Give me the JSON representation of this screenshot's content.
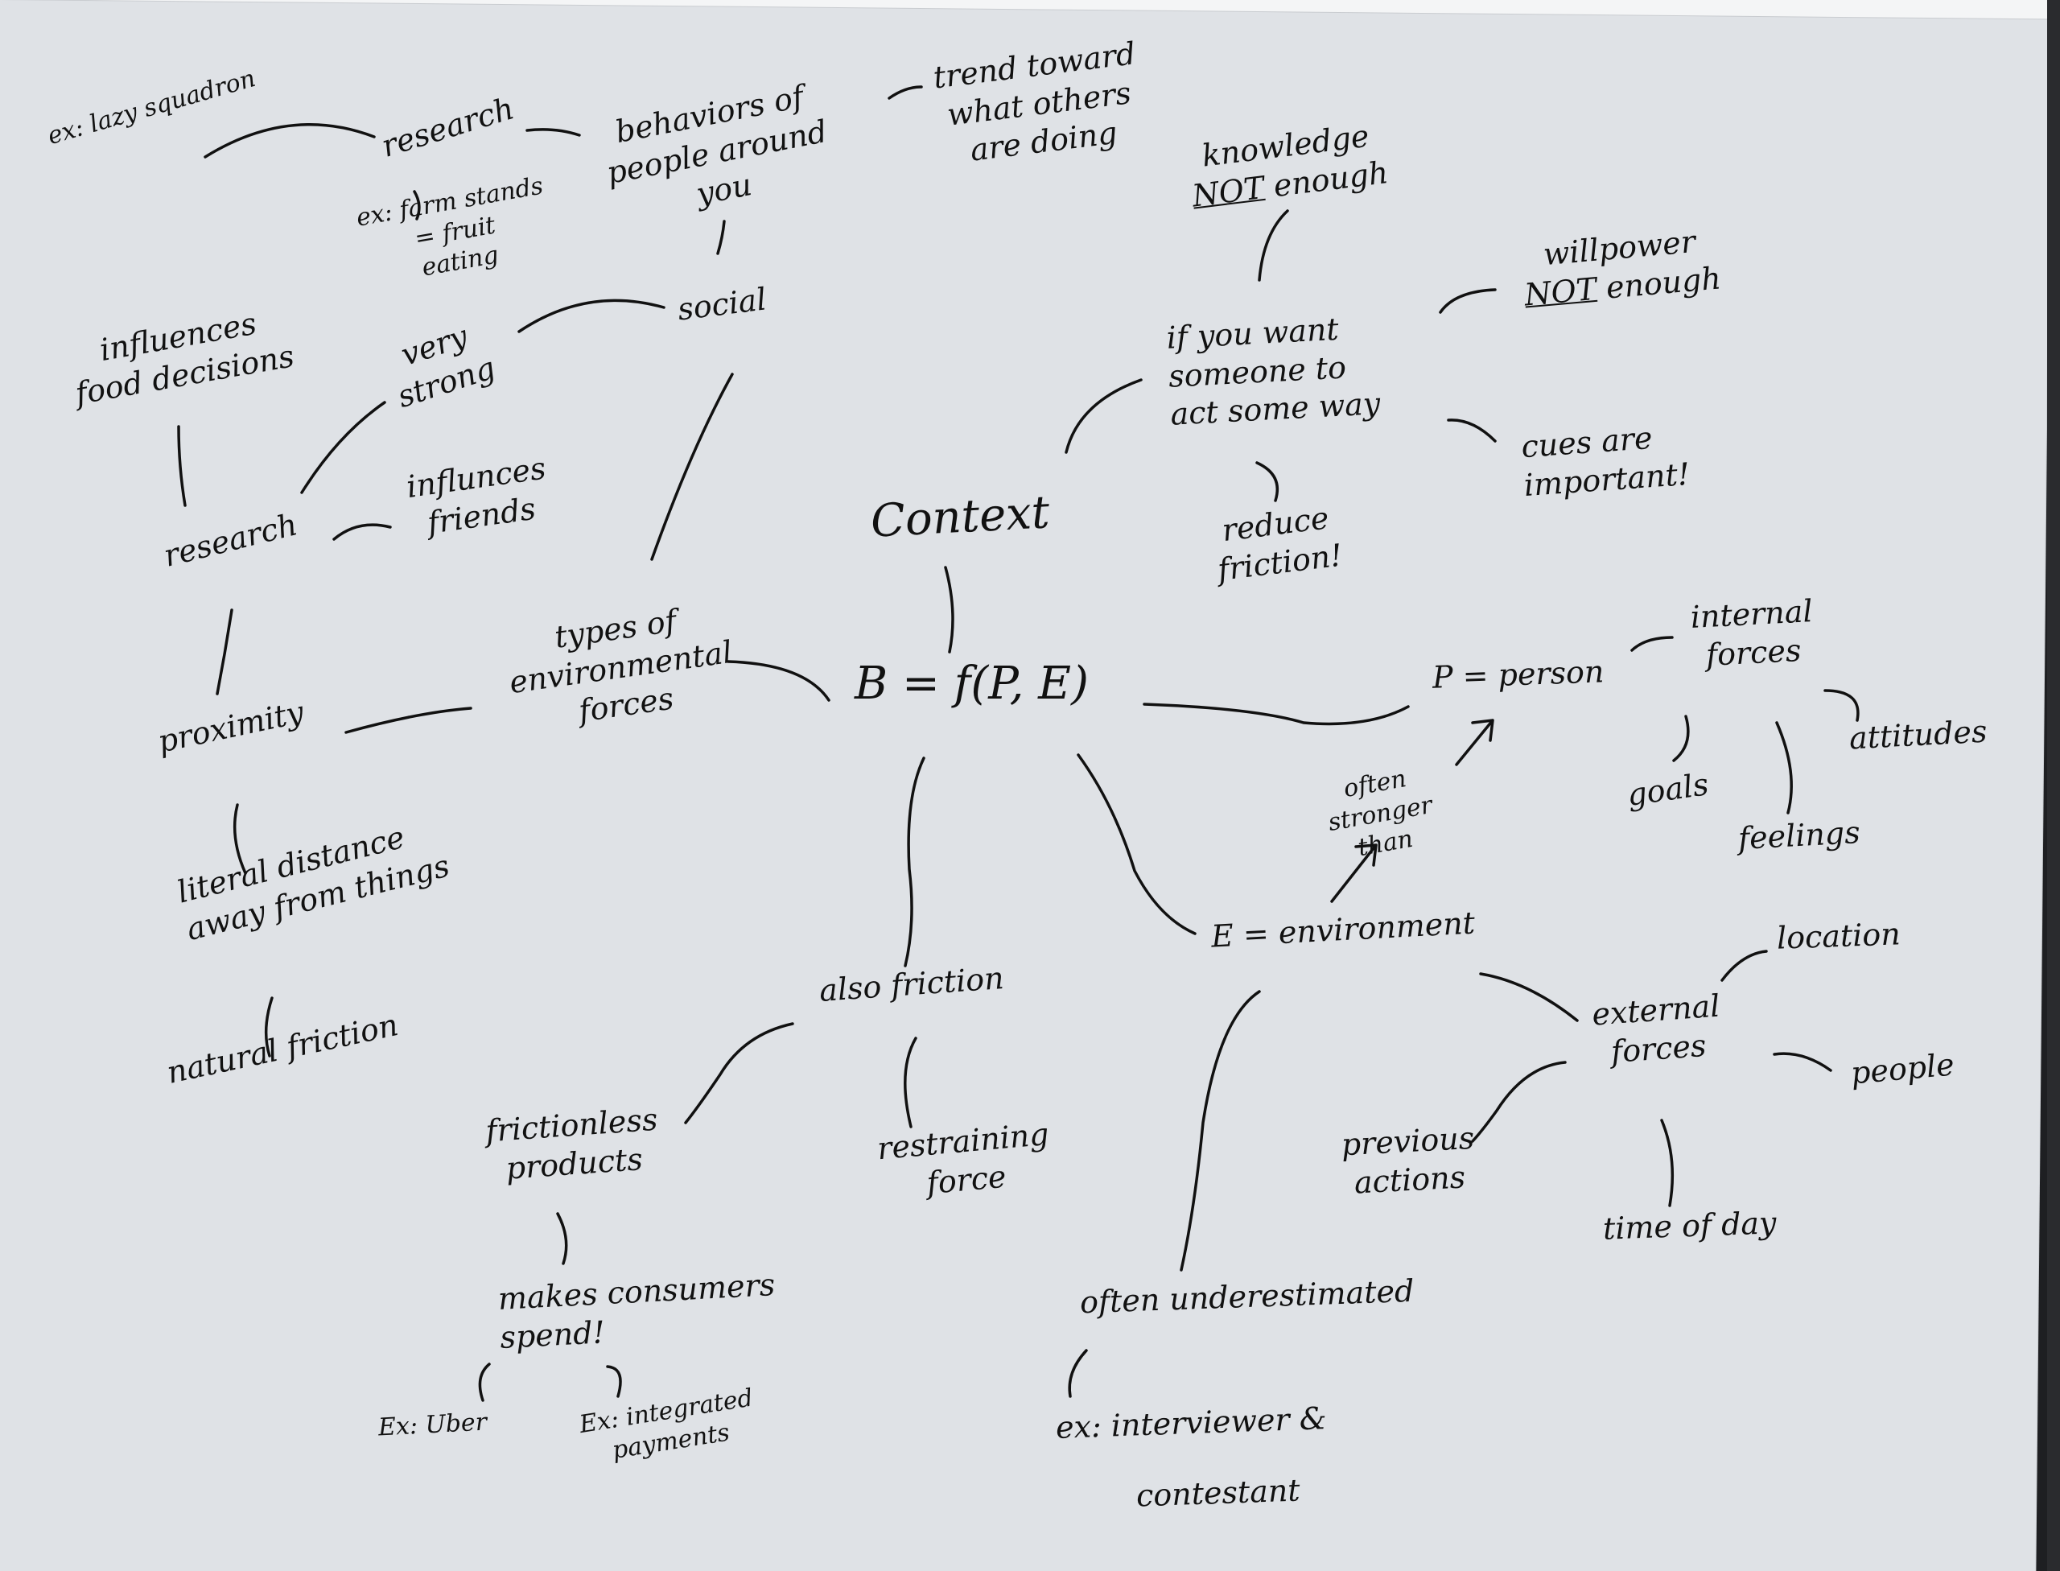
{
  "nodes": {
    "ex_lazy_squadron": "ex: lazy squadron",
    "research_top": "research",
    "ex_farm_stands": "ex: farm stands\n= fruit\neating",
    "behaviors": "behaviors of\npeople around\nyou",
    "trend": "trend toward\nwhat others\nare doing",
    "knowledge_pre": "knowledge\n",
    "knowledge_not": "NOT",
    "knowledge_post": " enough",
    "willpower_pre": "willpower\n",
    "willpower_not": "NOT",
    "willpower_post": " enough",
    "influences_food": "influences\nfood decisions",
    "very_strong": "very\nstrong",
    "social": "social",
    "if_you_want": "if you want\nsomeone to\nact some way",
    "cues": "cues are\nimportant!",
    "research_mid": "research",
    "influences_friends": "influnces\nfriends",
    "context": "Context",
    "reduce_friction": "reduce\nfriction!",
    "types_env": "types of\nenvironmental\nforces",
    "formula": "B = f(P, E)",
    "p_person": "P = person",
    "internal": "internal\nforces",
    "attitudes": "attitudes",
    "goals": "goals",
    "feelings": "feelings",
    "proximity": "proximity",
    "often_stronger": "often\nstronger\nthan",
    "literal_distance": "literal distance\naway from things",
    "e_env": "E = environment",
    "location": "location",
    "also_friction": "also friction",
    "external": "external\nforces",
    "people": "people",
    "natural_friction": "natural friction",
    "frictionless": "frictionless\nproducts",
    "restraining": "restraining\nforce",
    "previous": "previous\nactions",
    "time_of_day": "time of day",
    "makes_consumers": "makes consumers\nspend!",
    "often_under": "often underestimated",
    "ex_uber": "Ex: Uber",
    "ex_integrated": "Ex: integrated\npayments",
    "ex_interviewer": "ex: interviewer &",
    "contestant": "contestant"
  }
}
